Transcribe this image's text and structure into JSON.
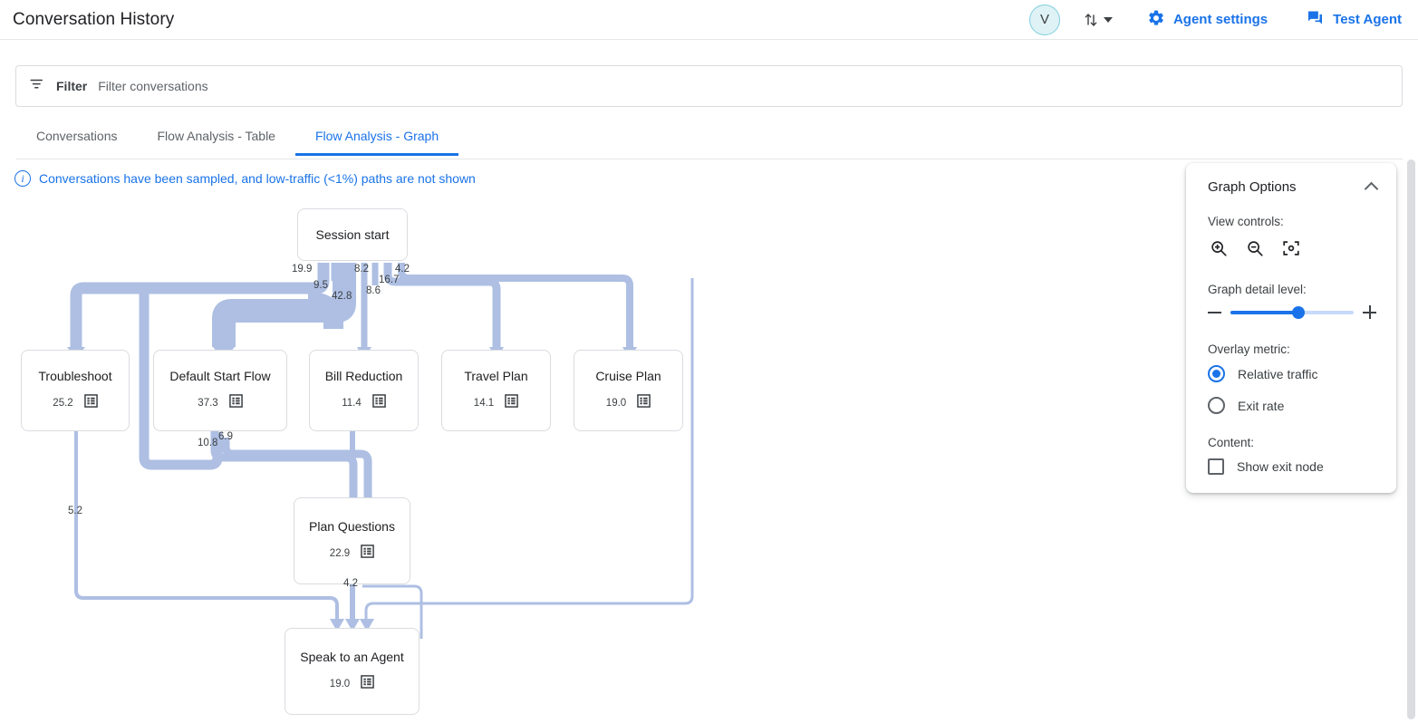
{
  "header": {
    "title": "Conversation History",
    "avatar_initial": "V",
    "sort_icon": "sort-arrows-icon",
    "dropdown_icon": "chevron-down-icon",
    "actions": [
      {
        "label": "Agent settings",
        "icon": "gear-icon"
      },
      {
        "label": "Test Agent",
        "icon": "chat-bubble-icon"
      }
    ]
  },
  "filter": {
    "icon": "filter-icon",
    "label": "Filter",
    "placeholder": "Filter conversations"
  },
  "tabs": [
    {
      "label": "Conversations",
      "active": false
    },
    {
      "label": "Flow Analysis - Table",
      "active": false
    },
    {
      "label": "Flow Analysis - Graph",
      "active": true
    }
  ],
  "notice": {
    "icon": "info-icon",
    "text": "Conversations have been sampled, and low-traffic (<1%) paths are not shown"
  },
  "graph": {
    "nodes": [
      {
        "id": "session-start",
        "title": "Session start",
        "value": ""
      },
      {
        "id": "troubleshoot",
        "title": "Troubleshoot",
        "value": "25.2",
        "icon": "flow-node-icon"
      },
      {
        "id": "default-start-flow",
        "title": "Default Start Flow",
        "value": "37.3",
        "icon": "flow-node-icon"
      },
      {
        "id": "bill-reduction",
        "title": "Bill Reduction",
        "value": "11.4",
        "icon": "flow-node-icon"
      },
      {
        "id": "travel-plan",
        "title": "Travel Plan",
        "value": "14.1",
        "icon": "flow-node-icon"
      },
      {
        "id": "cruise-plan",
        "title": "Cruise Plan",
        "value": "19.0",
        "icon": "flow-node-icon"
      },
      {
        "id": "plan-questions",
        "title": "Plan Questions",
        "value": "22.9",
        "icon": "flow-node-icon"
      },
      {
        "id": "speak-to-an-agent",
        "title": "Speak to an Agent",
        "value": "19.0",
        "icon": "flow-node-icon"
      }
    ],
    "edge_labels": [
      {
        "id": "e1",
        "value": "19.9"
      },
      {
        "id": "e2",
        "value": "9.5"
      },
      {
        "id": "e3",
        "value": "42.8"
      },
      {
        "id": "e4",
        "value": "8.2"
      },
      {
        "id": "e5",
        "value": "8.6"
      },
      {
        "id": "e6",
        "value": "16.7"
      },
      {
        "id": "e7",
        "value": "4.2"
      },
      {
        "id": "e8",
        "value": "10.8"
      },
      {
        "id": "e9",
        "value": "6.9"
      },
      {
        "id": "e10",
        "value": "5.2"
      },
      {
        "id": "e11",
        "value": "4.2"
      }
    ],
    "edge_color": "#aebfe3"
  },
  "panel": {
    "title": "Graph Options",
    "collapse_icon": "chevron-up-icon",
    "view_controls_label": "View controls:",
    "view_controls": [
      {
        "name": "zoom-in-icon"
      },
      {
        "name": "zoom-out-icon"
      },
      {
        "name": "recenter-icon"
      }
    ],
    "detail_label": "Graph detail level:",
    "detail_value": 55,
    "overlay_label": "Overlay metric:",
    "overlay_options": [
      {
        "label": "Relative traffic",
        "selected": true
      },
      {
        "label": "Exit rate",
        "selected": false
      }
    ],
    "content_label": "Content:",
    "content_options": [
      {
        "label": "Show exit node",
        "checked": false
      }
    ]
  },
  "colors": {
    "accent": "#1a73e8",
    "edge": "#aebfe3",
    "text": "#3c4043",
    "border": "#dadce0"
  }
}
